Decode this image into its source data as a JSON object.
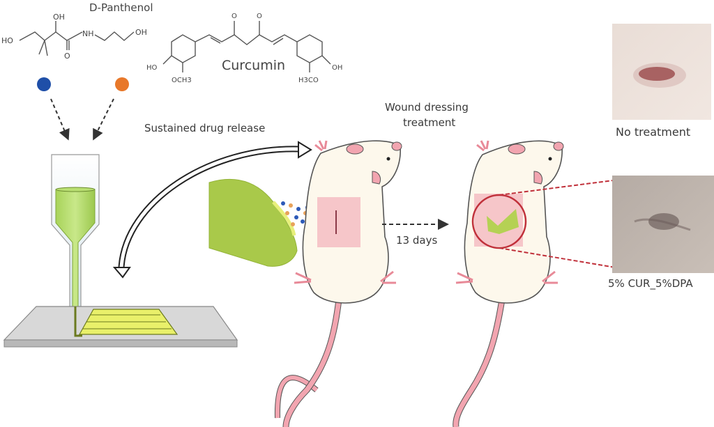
{
  "molecules": {
    "panthenol": {
      "name": "D-Panthenol",
      "atoms": {
        "oh_top": "OH",
        "ho_left": "HO",
        "nh": "NH",
        "oh_right": "OH",
        "o": "O"
      },
      "color": "#1f4fa8"
    },
    "curcumin": {
      "name": "Curcumin",
      "atoms": {
        "ho_left": "HO",
        "och3_left": "OCH3",
        "o1": "O",
        "o2": "O",
        "oh_right": "OH",
        "h3co_right": "H3CO"
      },
      "color": "#e8782a"
    }
  },
  "steps": {
    "release_label": "Sustained drug release",
    "treatment_label_line1": "Wound dressing",
    "treatment_label_line2": "treatment",
    "duration_label": "13 days"
  },
  "results": {
    "control_label": "No treatment",
    "treated_label": "5% CUR_5%DPA"
  },
  "colors": {
    "scaffold_green": "#a9c94a",
    "bioink_green": "#b6da6a",
    "rat_body": "#fdf8ec",
    "rat_pink": "#f2a5b0",
    "wound_patch": "#f6c6c9",
    "highlight_red": "#c0303a",
    "plate_gray": "#d9d9d9"
  }
}
